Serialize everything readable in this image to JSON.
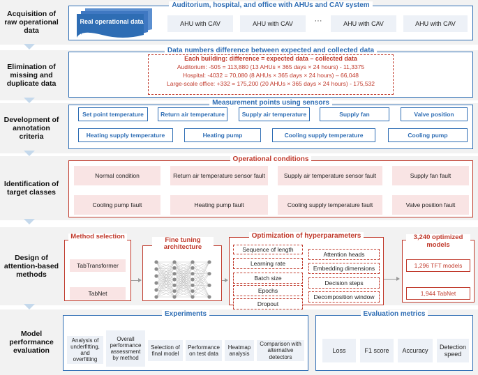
{
  "stages": [
    {
      "label": "Acquisition of raw operational data"
    },
    {
      "label": "Elimination of missing and duplicate data"
    },
    {
      "label": "Development of annotation criteria"
    },
    {
      "label": "Identification of target classes"
    },
    {
      "label": "Design of attention-based methods"
    },
    {
      "label": "Model performance evaluation"
    }
  ],
  "acquisition": {
    "title": "Auditorium, hospital, and office with AHUs and CAV system",
    "stack_label": "Real operational data",
    "ahu_label": "AHU with CAV",
    "ellipsis": "···"
  },
  "elimination": {
    "title": "Data numbers difference between expected and collected data",
    "formula_title": "Each building: difference = expected data – collected data",
    "lines": [
      "Auditorium: -505 = 113,880 (13 AHUs × 365 days × 24 hours) - 11,3375",
      "Hospital: -4032 = 70,080 (8 AHUs × 365 days × 24 hours) – 66,048",
      "Large-scale office: +332 = 175,200 (20 AHUs × 365 days × 24 hours) - 175,532"
    ]
  },
  "annotation": {
    "title": "Measurement points using sensors",
    "row1": [
      "Set point temperature",
      "Return air temperature",
      "Supply air temperature",
      "Supply fan",
      "Valve position"
    ],
    "row2": [
      "Heating supply temperature",
      "Heating pump",
      "Cooling supply temperature",
      "Cooling pump"
    ]
  },
  "targets": {
    "title": "Operational conditions",
    "row1": [
      "Normal condition",
      "Return air temperature sensor fault",
      "Supply air temperature sensor fault",
      "Supply fan fault"
    ],
    "row2": [
      "Cooling pump fault",
      "Heating pump fault",
      "Cooling supply temperature fault",
      "Valve position fault"
    ]
  },
  "design": {
    "method_title": "Method selection",
    "methods": [
      "TabTransformer",
      "TabNet"
    ],
    "finetune_title": "Fine tuning architecture",
    "hyper_title": "Optimization of hyperparameters",
    "hyper_left": [
      "Sequence of length",
      "Learning rate",
      "Batch size",
      "Epochs",
      "Dropout"
    ],
    "hyper_right": [
      "Attention heads",
      "Embedding dimensions",
      "Decision steps",
      "Decomposition window"
    ],
    "models_title": "3,240 optimized models",
    "models": [
      "1,296 TFT models",
      "1,944 TabNet"
    ]
  },
  "evaluation": {
    "experiments_title": "Experiments",
    "experiments": [
      "Analysis of underfitting, and overfitting",
      "Overall performance assessment by method",
      "Selection of final model",
      "Performance on test data",
      "Heatmap analysis",
      "Comparison with alternative detectors"
    ],
    "metrics_title": "Evaluation metrics",
    "metrics": [
      "Loss",
      "F1 score",
      "Accuracy",
      "Detection speed"
    ]
  }
}
